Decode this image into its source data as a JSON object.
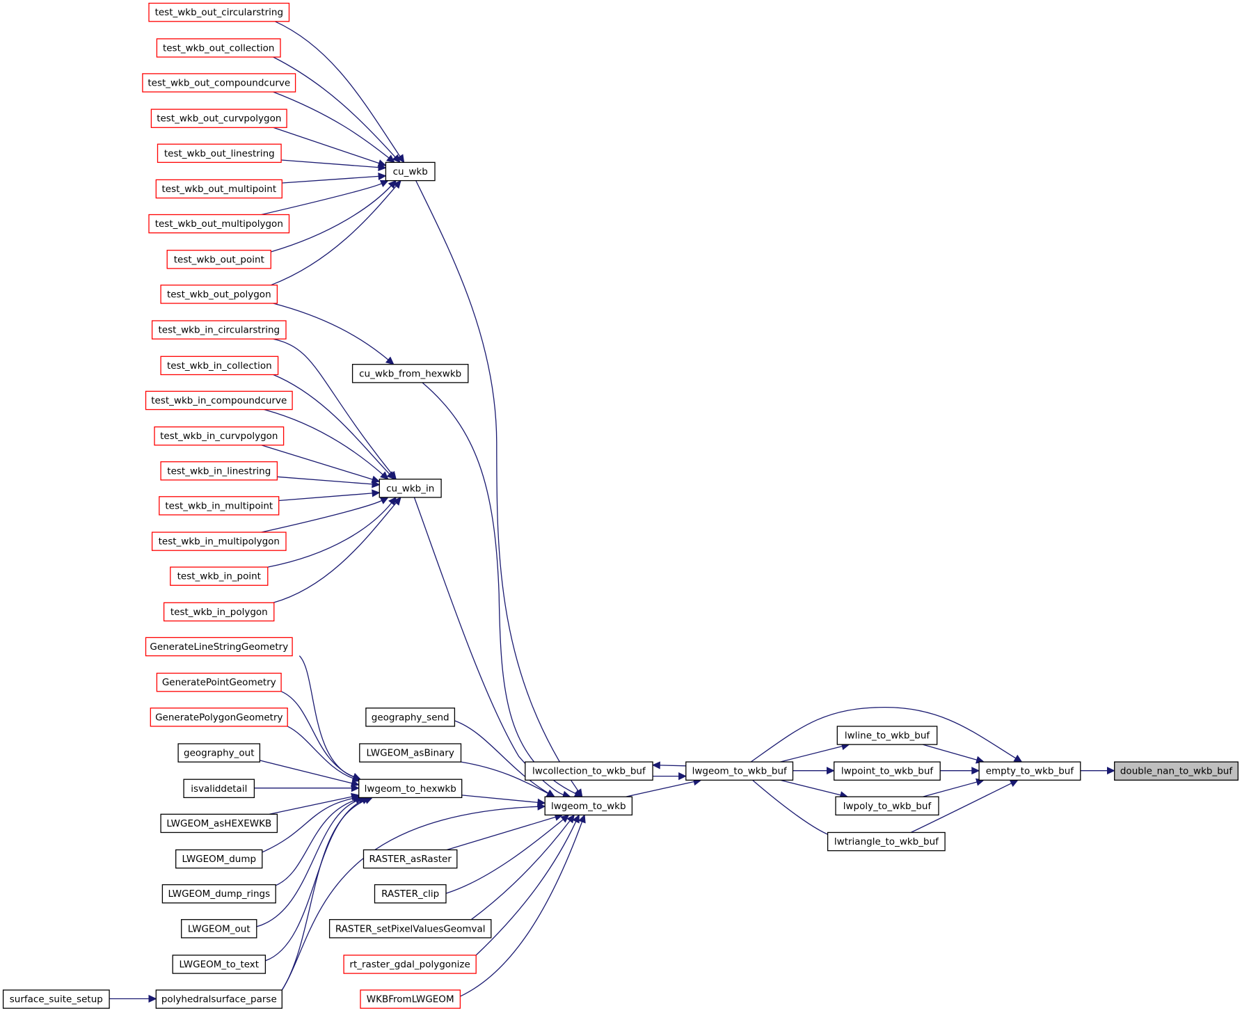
{
  "colors": {
    "edge": "#191970",
    "border_normal": "#000000",
    "border_truncated": "#ff0000",
    "focus_fill": "#bfbfbf"
  },
  "nodes": [
    {
      "id": "double_nan_to_wkb_buf",
      "label": "double_nan_to_wkb_buf",
      "kind": "focus"
    },
    {
      "id": "empty_to_wkb_buf",
      "label": "empty_to_wkb_buf",
      "kind": "normal"
    },
    {
      "id": "lwline_to_wkb_buf",
      "label": "lwline_to_wkb_buf",
      "kind": "normal"
    },
    {
      "id": "lwpoint_to_wkb_buf",
      "label": "lwpoint_to_wkb_buf",
      "kind": "normal"
    },
    {
      "id": "lwpoly_to_wkb_buf",
      "label": "lwpoly_to_wkb_buf",
      "kind": "normal"
    },
    {
      "id": "lwtriangle_to_wkb_buf",
      "label": "lwtriangle_to_wkb_buf",
      "kind": "normal"
    },
    {
      "id": "lwgeom_to_wkb_buf",
      "label": "lwgeom_to_wkb_buf",
      "kind": "normal"
    },
    {
      "id": "lwcollection_to_wkb_buf",
      "label": "lwcollection_to_wkb_buf",
      "kind": "normal"
    },
    {
      "id": "lwgeom_to_wkb",
      "label": "lwgeom_to_wkb",
      "kind": "normal"
    },
    {
      "id": "cu_wkb",
      "label": "cu_wkb",
      "kind": "normal"
    },
    {
      "id": "cu_wkb_from_hexwkb",
      "label": "cu_wkb_from_hexwkb",
      "kind": "normal"
    },
    {
      "id": "cu_wkb_in",
      "label": "cu_wkb_in",
      "kind": "normal"
    },
    {
      "id": "geography_send",
      "label": "geography_send",
      "kind": "normal"
    },
    {
      "id": "LWGEOM_asBinary",
      "label": "LWGEOM_asBinary",
      "kind": "normal"
    },
    {
      "id": "lwgeom_to_hexwkb",
      "label": "lwgeom_to_hexwkb",
      "kind": "normal"
    },
    {
      "id": "RASTER_asRaster",
      "label": "RASTER_asRaster",
      "kind": "normal"
    },
    {
      "id": "RASTER_clip",
      "label": "RASTER_clip",
      "kind": "normal"
    },
    {
      "id": "RASTER_setPixelValuesGeomval",
      "label": "RASTER_setPixelValuesGeomval",
      "kind": "normal"
    },
    {
      "id": "rt_raster_gdal_polygonize",
      "label": "rt_raster_gdal_polygonize",
      "kind": "truncated"
    },
    {
      "id": "WKBFromLWGEOM",
      "label": "WKBFromLWGEOM",
      "kind": "truncated"
    },
    {
      "id": "test_wkb_out_circularstring",
      "label": "test_wkb_out_circularstring",
      "kind": "truncated"
    },
    {
      "id": "test_wkb_out_collection",
      "label": "test_wkb_out_collection",
      "kind": "truncated"
    },
    {
      "id": "test_wkb_out_compoundcurve",
      "label": "test_wkb_out_compoundcurve",
      "kind": "truncated"
    },
    {
      "id": "test_wkb_out_curvpolygon",
      "label": "test_wkb_out_curvpolygon",
      "kind": "truncated"
    },
    {
      "id": "test_wkb_out_linestring",
      "label": "test_wkb_out_linestring",
      "kind": "truncated"
    },
    {
      "id": "test_wkb_out_multipoint",
      "label": "test_wkb_out_multipoint",
      "kind": "truncated"
    },
    {
      "id": "test_wkb_out_multipolygon",
      "label": "test_wkb_out_multipolygon",
      "kind": "truncated"
    },
    {
      "id": "test_wkb_out_point",
      "label": "test_wkb_out_point",
      "kind": "truncated"
    },
    {
      "id": "test_wkb_out_polygon",
      "label": "test_wkb_out_polygon",
      "kind": "truncated"
    },
    {
      "id": "test_wkb_in_circularstring",
      "label": "test_wkb_in_circularstring",
      "kind": "truncated"
    },
    {
      "id": "test_wkb_in_collection",
      "label": "test_wkb_in_collection",
      "kind": "truncated"
    },
    {
      "id": "test_wkb_in_compoundcurve",
      "label": "test_wkb_in_compoundcurve",
      "kind": "truncated"
    },
    {
      "id": "test_wkb_in_curvpolygon",
      "label": "test_wkb_in_curvpolygon",
      "kind": "truncated"
    },
    {
      "id": "test_wkb_in_linestring",
      "label": "test_wkb_in_linestring",
      "kind": "truncated"
    },
    {
      "id": "test_wkb_in_multipoint",
      "label": "test_wkb_in_multipoint",
      "kind": "truncated"
    },
    {
      "id": "test_wkb_in_multipolygon",
      "label": "test_wkb_in_multipolygon",
      "kind": "truncated"
    },
    {
      "id": "test_wkb_in_point",
      "label": "test_wkb_in_point",
      "kind": "truncated"
    },
    {
      "id": "test_wkb_in_polygon",
      "label": "test_wkb_in_polygon",
      "kind": "truncated"
    },
    {
      "id": "GenerateLineStringGeometry",
      "label": "GenerateLineStringGeometry",
      "kind": "truncated"
    },
    {
      "id": "GeneratePointGeometry",
      "label": "GeneratePointGeometry",
      "kind": "truncated"
    },
    {
      "id": "GeneratePolygonGeometry",
      "label": "GeneratePolygonGeometry",
      "kind": "truncated"
    },
    {
      "id": "geography_out",
      "label": "geography_out",
      "kind": "normal"
    },
    {
      "id": "isvaliddetail",
      "label": "isvaliddetail",
      "kind": "normal"
    },
    {
      "id": "LWGEOM_asHEXEWKB",
      "label": "LWGEOM_asHEXEWKB",
      "kind": "normal"
    },
    {
      "id": "LWGEOM_dump",
      "label": "LWGEOM_dump",
      "kind": "normal"
    },
    {
      "id": "LWGEOM_dump_rings",
      "label": "LWGEOM_dump_rings",
      "kind": "normal"
    },
    {
      "id": "LWGEOM_out",
      "label": "LWGEOM_out",
      "kind": "normal"
    },
    {
      "id": "LWGEOM_to_text",
      "label": "LWGEOM_to_text",
      "kind": "normal"
    },
    {
      "id": "polyhedralsurface_parse",
      "label": "polyhedralsurface_parse",
      "kind": "normal"
    },
    {
      "id": "surface_suite_setup",
      "label": "surface_suite_setup",
      "kind": "normal"
    }
  ],
  "edges": [
    {
      "from": "empty_to_wkb_buf",
      "to": "double_nan_to_wkb_buf"
    },
    {
      "from": "lwline_to_wkb_buf",
      "to": "empty_to_wkb_buf"
    },
    {
      "from": "lwpoint_to_wkb_buf",
      "to": "empty_to_wkb_buf"
    },
    {
      "from": "lwpoly_to_wkb_buf",
      "to": "empty_to_wkb_buf"
    },
    {
      "from": "lwtriangle_to_wkb_buf",
      "to": "empty_to_wkb_buf"
    },
    {
      "from": "lwgeom_to_wkb_buf",
      "to": "empty_to_wkb_buf"
    },
    {
      "from": "lwgeom_to_wkb_buf",
      "to": "lwline_to_wkb_buf"
    },
    {
      "from": "lwgeom_to_wkb_buf",
      "to": "lwpoint_to_wkb_buf"
    },
    {
      "from": "lwgeom_to_wkb_buf",
      "to": "lwpoly_to_wkb_buf"
    },
    {
      "from": "lwgeom_to_wkb_buf",
      "to": "lwtriangle_to_wkb_buf"
    },
    {
      "from": "lwgeom_to_wkb_buf",
      "to": "lwcollection_to_wkb_buf"
    },
    {
      "from": "lwcollection_to_wkb_buf",
      "to": "lwgeom_to_wkb_buf"
    },
    {
      "from": "lwgeom_to_wkb",
      "to": "lwgeom_to_wkb_buf"
    },
    {
      "from": "cu_wkb",
      "to": "lwgeom_to_wkb"
    },
    {
      "from": "cu_wkb_from_hexwkb",
      "to": "lwgeom_to_wkb"
    },
    {
      "from": "cu_wkb_in",
      "to": "lwgeom_to_wkb"
    },
    {
      "from": "geography_send",
      "to": "lwgeom_to_wkb"
    },
    {
      "from": "LWGEOM_asBinary",
      "to": "lwgeom_to_wkb"
    },
    {
      "from": "lwgeom_to_hexwkb",
      "to": "lwgeom_to_wkb"
    },
    {
      "from": "RASTER_asRaster",
      "to": "lwgeom_to_wkb"
    },
    {
      "from": "RASTER_clip",
      "to": "lwgeom_to_wkb"
    },
    {
      "from": "RASTER_setPixelValuesGeomval",
      "to": "lwgeom_to_wkb"
    },
    {
      "from": "rt_raster_gdal_polygonize",
      "to": "lwgeom_to_wkb"
    },
    {
      "from": "WKBFromLWGEOM",
      "to": "lwgeom_to_wkb"
    },
    {
      "from": "polyhedralsurface_parse",
      "to": "lwgeom_to_wkb"
    },
    {
      "from": "test_wkb_out_circularstring",
      "to": "cu_wkb"
    },
    {
      "from": "test_wkb_out_collection",
      "to": "cu_wkb"
    },
    {
      "from": "test_wkb_out_compoundcurve",
      "to": "cu_wkb"
    },
    {
      "from": "test_wkb_out_curvpolygon",
      "to": "cu_wkb"
    },
    {
      "from": "test_wkb_out_linestring",
      "to": "cu_wkb"
    },
    {
      "from": "test_wkb_out_multipoint",
      "to": "cu_wkb"
    },
    {
      "from": "test_wkb_out_multipolygon",
      "to": "cu_wkb"
    },
    {
      "from": "test_wkb_out_point",
      "to": "cu_wkb"
    },
    {
      "from": "test_wkb_out_polygon",
      "to": "cu_wkb"
    },
    {
      "from": "test_wkb_out_polygon",
      "to": "cu_wkb_from_hexwkb"
    },
    {
      "from": "test_wkb_in_circularstring",
      "to": "cu_wkb_in"
    },
    {
      "from": "test_wkb_in_collection",
      "to": "cu_wkb_in"
    },
    {
      "from": "test_wkb_in_compoundcurve",
      "to": "cu_wkb_in"
    },
    {
      "from": "test_wkb_in_curvpolygon",
      "to": "cu_wkb_in"
    },
    {
      "from": "test_wkb_in_linestring",
      "to": "cu_wkb_in"
    },
    {
      "from": "test_wkb_in_multipoint",
      "to": "cu_wkb_in"
    },
    {
      "from": "test_wkb_in_multipolygon",
      "to": "cu_wkb_in"
    },
    {
      "from": "test_wkb_in_point",
      "to": "cu_wkb_in"
    },
    {
      "from": "test_wkb_in_polygon",
      "to": "cu_wkb_in"
    },
    {
      "from": "GenerateLineStringGeometry",
      "to": "lwgeom_to_hexwkb"
    },
    {
      "from": "GeneratePointGeometry",
      "to": "lwgeom_to_hexwkb"
    },
    {
      "from": "GeneratePolygonGeometry",
      "to": "lwgeom_to_hexwkb"
    },
    {
      "from": "geography_out",
      "to": "lwgeom_to_hexwkb"
    },
    {
      "from": "isvaliddetail",
      "to": "lwgeom_to_hexwkb"
    },
    {
      "from": "LWGEOM_asHEXEWKB",
      "to": "lwgeom_to_hexwkb"
    },
    {
      "from": "LWGEOM_dump",
      "to": "lwgeom_to_hexwkb"
    },
    {
      "from": "LWGEOM_dump_rings",
      "to": "lwgeom_to_hexwkb"
    },
    {
      "from": "LWGEOM_out",
      "to": "lwgeom_to_hexwkb"
    },
    {
      "from": "LWGEOM_to_text",
      "to": "lwgeom_to_hexwkb"
    },
    {
      "from": "polyhedralsurface_parse",
      "to": "lwgeom_to_hexwkb"
    },
    {
      "from": "surface_suite_setup",
      "to": "polyhedralsurface_parse"
    }
  ]
}
